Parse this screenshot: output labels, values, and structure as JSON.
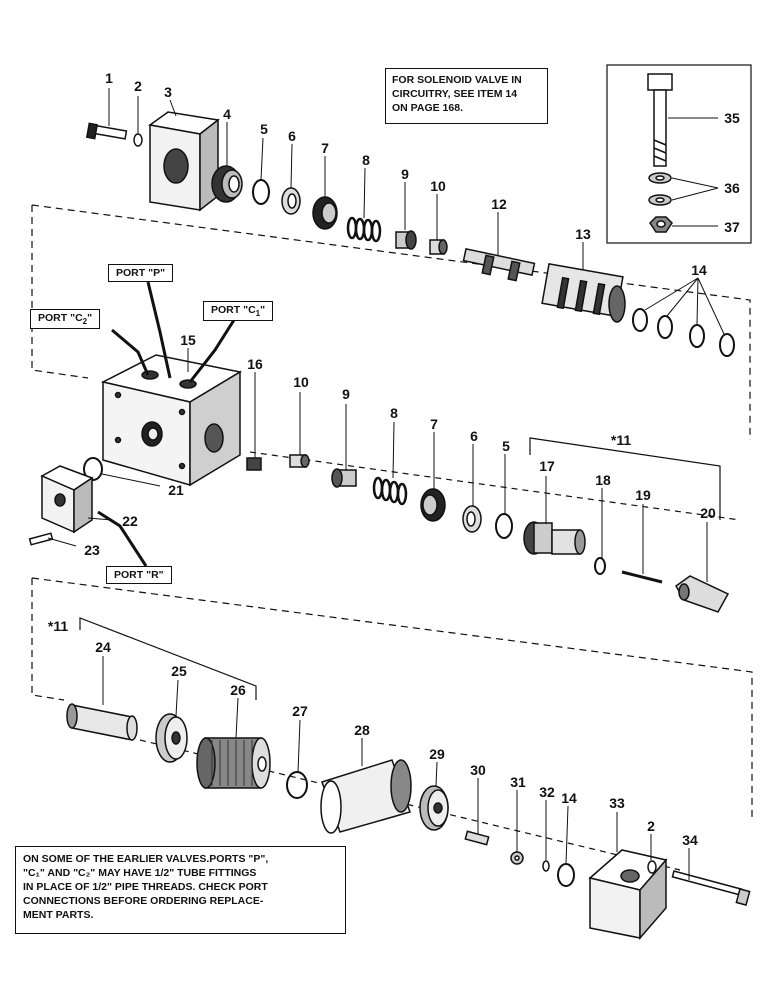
{
  "notes": {
    "solenoid": [
      "FOR SOLENOID VALVE IN",
      "CIRCUITRY, SEE ITEM 14",
      "ON PAGE 168."
    ],
    "earlier": [
      "ON  SOME OF THE EARLIER VALVES.PORTS \"P\",",
      "\"C₁\" AND \"C₂\" MAY HAVE 1/2\" TUBE FITTINGS",
      "IN PLACE OF 1/2\" PIPE THREADS. CHECK PORT",
      "CONNECTIONS BEFORE ORDERING REPLACE-",
      "MENT PARTS."
    ]
  },
  "ports": {
    "p": "PORT \"P\"",
    "c1_prefix": "PORT \"C",
    "c1_sub": "1",
    "c1_suffix": "\"",
    "c2_prefix": "PORT \"C",
    "c2_sub": "2",
    "c2_suffix": "\"",
    "r": "PORT \"R\""
  },
  "callouts": [
    "1",
    "2",
    "3",
    "4",
    "5",
    "6",
    "7",
    "8",
    "9",
    "10",
    "12",
    "13",
    "14",
    "35",
    "36",
    "37",
    "15",
    "16",
    "10",
    "9",
    "8",
    "7",
    "6",
    "5",
    "*11",
    "17",
    "18",
    "19",
    "20",
    "21",
    "22",
    "23",
    "*11",
    "24",
    "25",
    "26",
    "27",
    "28",
    "29",
    "30",
    "31",
    "32",
    "14",
    "33",
    "2",
    "34"
  ]
}
